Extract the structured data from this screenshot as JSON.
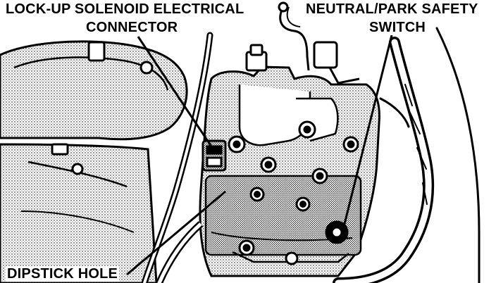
{
  "labels": {
    "lockup_line1": "LOCK-UP SOLENOID ELECTRICAL",
    "lockup_line2": "CONNECTOR",
    "neutral_line1": "NEUTRAL/PARK SAFETY",
    "neutral_line2": "SWITCH",
    "dipstick": "DIPSTICK HOLE"
  },
  "colors": {
    "ink": "#000000",
    "paper": "#ffffff"
  }
}
